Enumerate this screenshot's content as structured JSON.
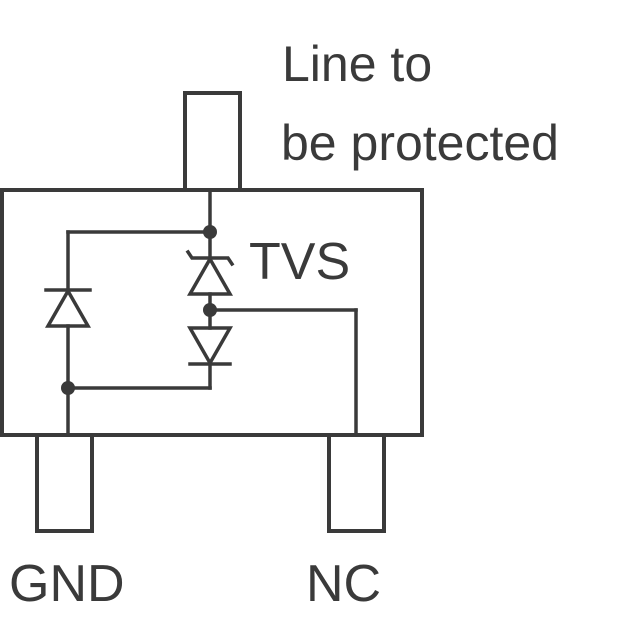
{
  "labels": {
    "top_pin_line1": "Line to",
    "top_pin_line2": "be protected",
    "component": "TVS",
    "left_pin": "GND",
    "right_pin": "NC"
  },
  "colors": {
    "stroke": "#3a3a3a",
    "background": "#ffffff"
  }
}
